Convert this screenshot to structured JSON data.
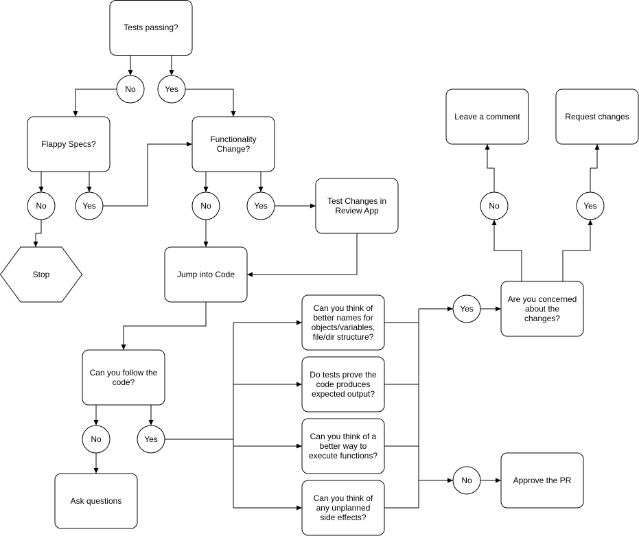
{
  "nodes": {
    "tests_passing": [
      "Tests passing?"
    ],
    "tests_no": [
      "No"
    ],
    "tests_yes": [
      "Yes"
    ],
    "flappy_specs": [
      "Flappy Specs?"
    ],
    "functionality_change": [
      "Functionality",
      "Change?"
    ],
    "flappy_no": [
      "No"
    ],
    "flappy_yes": [
      "Yes"
    ],
    "func_no": [
      "No"
    ],
    "func_yes": [
      "Yes"
    ],
    "test_changes": [
      "Test Changes in",
      "Review App"
    ],
    "stop": [
      "Stop"
    ],
    "jump_into_code": [
      "Jump into Code"
    ],
    "better_names": [
      "Can you think of",
      "better names for",
      "objects/variables,",
      "file/dir structure?"
    ],
    "tests_prove": [
      "Do tests prove the",
      "code produces",
      "expected output?"
    ],
    "better_way": [
      "Can you think of a",
      "better way to",
      "execute functions?"
    ],
    "side_effects": [
      "Can you think of",
      "any unplanned",
      "side effects?"
    ],
    "follow_code": [
      "Can you follow the",
      "code?"
    ],
    "follow_no": [
      "No"
    ],
    "follow_yes": [
      "Yes"
    ],
    "ask_questions": [
      "Ask questions"
    ],
    "review_yes": [
      "Yes"
    ],
    "review_no": [
      "No"
    ],
    "concerned": [
      "Are you concerned",
      "about the",
      "changes?"
    ],
    "approve_pr": [
      "Approve the PR"
    ],
    "concerned_no": [
      "No"
    ],
    "concerned_yes": [
      "Yes"
    ],
    "leave_comment": [
      "Leave a comment"
    ],
    "request_changes": [
      "Request changes"
    ]
  }
}
